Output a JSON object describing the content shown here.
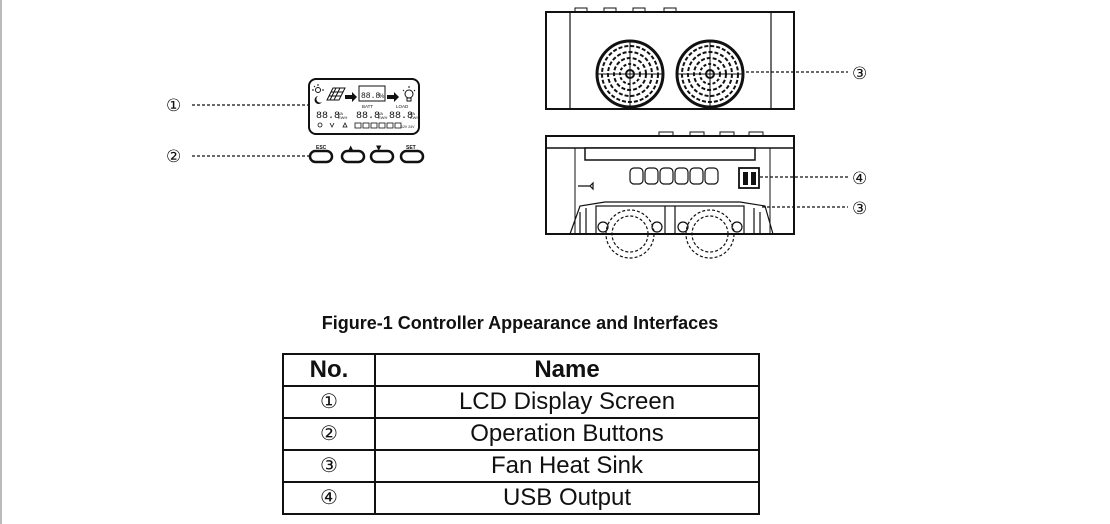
{
  "callouts": [
    "①",
    "②",
    "③",
    "④",
    "③"
  ],
  "buttons": [
    "ESC",
    "▲",
    "▼",
    "SET"
  ],
  "lcd": {
    "readout_top": "88.8",
    "readout_unit_top": "%",
    "batt_label": "BATT",
    "load_label": "LOAD",
    "readout_left": "88.8",
    "readout_mid": "88.8",
    "readout_right": "88.8",
    "unit_va": "VA",
    "unit_kwh": "KWH",
    "status_text": "12V 24V"
  },
  "caption": "Figure-1 Controller Appearance and Interfaces",
  "table": {
    "headers": [
      "No.",
      "Name"
    ],
    "rows": [
      {
        "no": "①",
        "name": "LCD Display Screen"
      },
      {
        "no": "②",
        "name": "Operation Buttons"
      },
      {
        "no": "③",
        "name": "Fan Heat Sink"
      },
      {
        "no": "④",
        "name": "USB Output"
      }
    ]
  }
}
